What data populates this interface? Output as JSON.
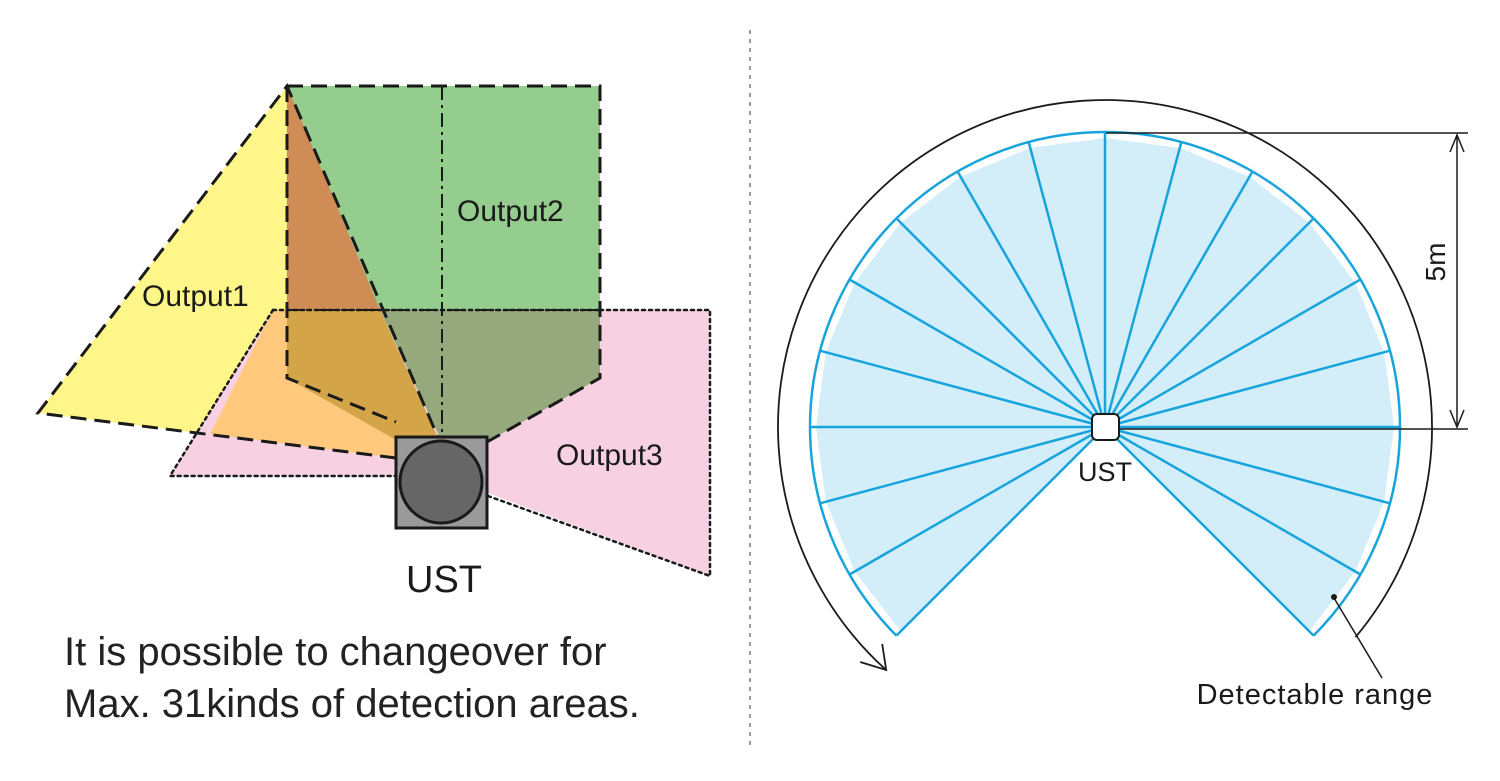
{
  "left": {
    "areas": [
      {
        "label": "Output1",
        "color": "#fff68a",
        "line_style": "dashed"
      },
      {
        "label": "Output2",
        "color": "#95cd8e",
        "line_style": "dashed"
      },
      {
        "label": "Output3",
        "color": "#f7d1e2",
        "line_style": "dotted"
      }
    ],
    "overlap_colors": {
      "output1_output2": "#cf8c55",
      "output1_output3": "#fec97d",
      "output2_output3": "#95a97c",
      "all_three": "#d4a548"
    },
    "sensor_label": "UST",
    "sensor_color": "#666666",
    "caption_lines": [
      "It is possible to changeover for",
      "Max. 31kinds of detection areas."
    ]
  },
  "right": {
    "sensor_label": "UST",
    "range_label": "5m",
    "range_caption": "Detectable range",
    "sector_fill": "#d4eef9",
    "sector_stroke": "#17a4dd",
    "scan_direction": "counter-clockwise"
  }
}
